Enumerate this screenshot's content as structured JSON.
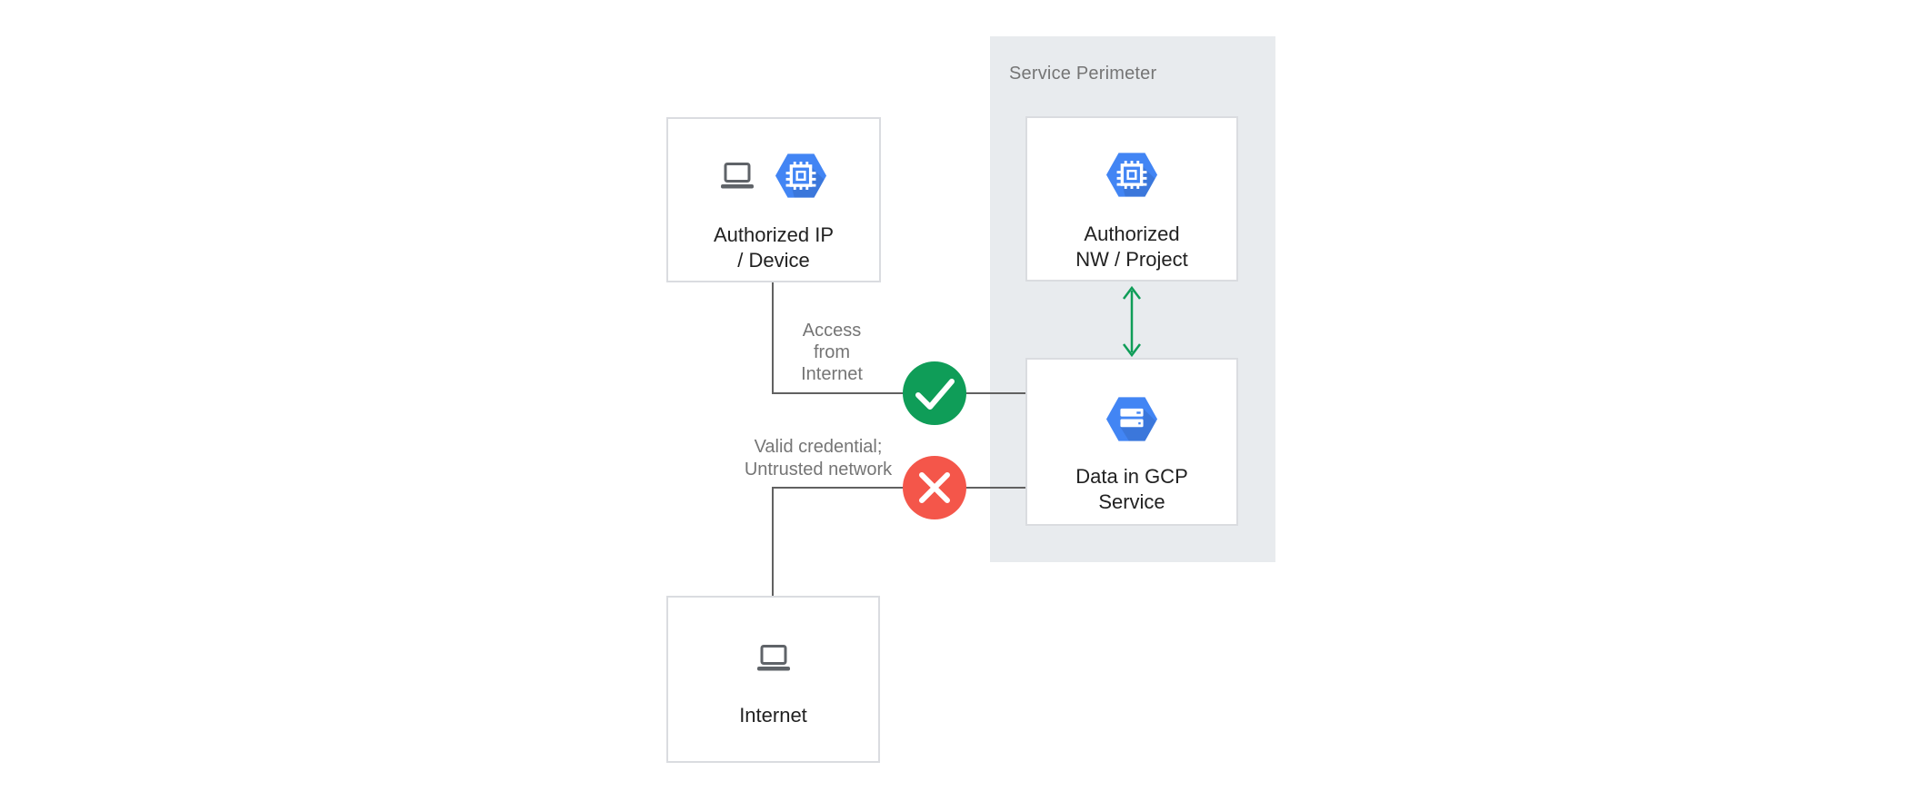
{
  "perimeter": {
    "title": "Service Perimeter"
  },
  "nodes": {
    "authorized_ip_device": {
      "line1": "Authorized IP",
      "line2": "/ Device"
    },
    "authorized_nw_project": {
      "line1": "Authorized",
      "line2": "NW / Project"
    },
    "data_in_gcp_service": {
      "line1": "Data in GCP",
      "line2": "Service"
    },
    "internet": {
      "label": "Internet"
    }
  },
  "edges": {
    "access": {
      "line1": "Access",
      "line2": "from",
      "line3": "Internet",
      "status": "allowed"
    },
    "untrusted": {
      "line1": "Valid credential;",
      "line2": "Untrusted network",
      "status": "denied"
    }
  },
  "icons": {
    "laptop": "laptop-icon",
    "compute_engine": "compute-engine-hexagon-icon",
    "storage": "storage-hexagon-icon",
    "check": "check-icon",
    "cross": "x-icon",
    "double_arrow": "bidirectional-arrow-icon"
  },
  "colors": {
    "perimeter_bg": "#e8ebee",
    "node_border": "#dadce0",
    "node_text": "#212121",
    "muted_text": "#757575",
    "connector_gray": "#616161",
    "success_green": "#0f9d58",
    "error_red": "#f4564a",
    "gcp_blue": "#4285f4",
    "icon_gray": "#5f6368"
  }
}
